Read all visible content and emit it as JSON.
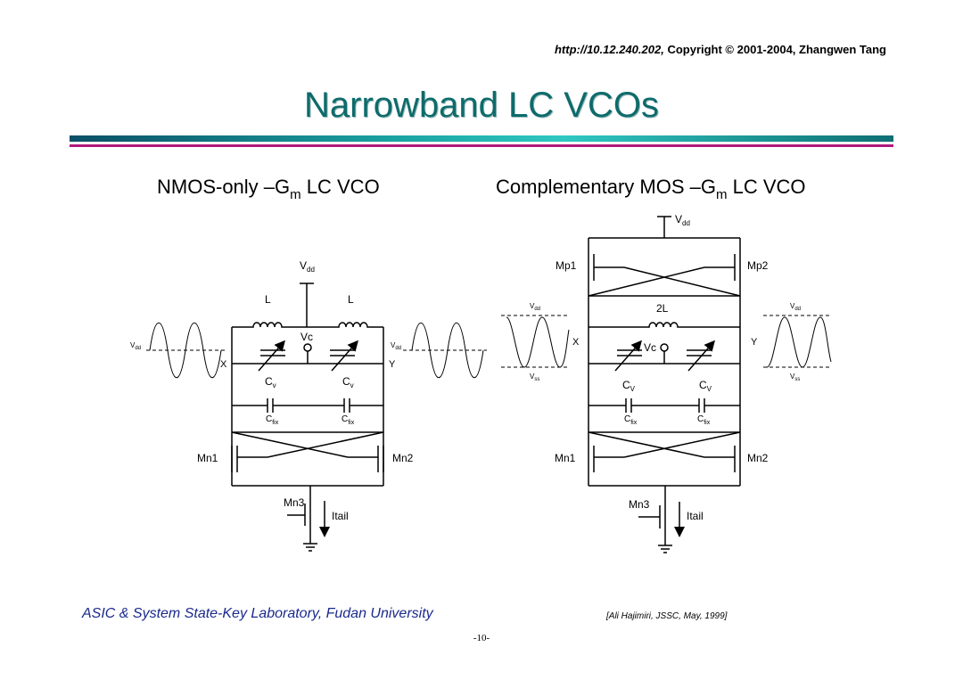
{
  "header": {
    "url": "http://10.12.240.202,",
    "copyright": " Copyright © 2001-2004,  Zhangwen Tang"
  },
  "title": "Narrowband LC VCOs",
  "left": {
    "title_main": "NMOS-only –G",
    "title_sub": "m",
    "title_tail": " LC VCO",
    "labels": {
      "vdd_top": "V",
      "vdd_top_sub": "dd",
      "l1": "L",
      "l2": "L",
      "vc": "Vc",
      "x": "X",
      "y": "Y",
      "cv1": "C",
      "cv1_sub": "v",
      "cv2": "C",
      "cv2_sub": "v",
      "cfix1": "C",
      "cfix1_sub": "fix",
      "cfix2": "C",
      "cfix2_sub": "fix",
      "mn1": "Mn1",
      "mn2": "Mn2",
      "mn3": "Mn3",
      "itail": "Itail",
      "vdd_l": "V",
      "vdd_l_sub": "dd",
      "vdd_r": "V",
      "vdd_r_sub": "dd"
    }
  },
  "right": {
    "title_main": "Complementary MOS –G",
    "title_sub": "m",
    "title_tail": " LC VCO",
    "labels": {
      "vdd_top": "V",
      "vdd_top_sub": "dd",
      "mp1": "Mp1",
      "mp2": "Mp2",
      "l": "2L",
      "vc": "Vc",
      "x": "X",
      "y": "Y",
      "cv1": "C",
      "cv1_sub": "V",
      "cv2": "C",
      "cv2_sub": "V",
      "cfix1": "C",
      "cfix1_sub": "fix",
      "cfix2": "C",
      "cfix2_sub": "fix",
      "mn1": "Mn1",
      "mn2": "Mn2",
      "mn3": "Mn3",
      "itail": "Itail",
      "vdd_l": "V",
      "vdd_l_sub": "dd",
      "vss_l": "V",
      "vss_l_sub": "ss",
      "vdd_r": "V",
      "vdd_r_sub": "dd",
      "vss_r": "V",
      "vss_r_sub": "ss"
    }
  },
  "footer": {
    "lab": "ASIC & System State-Key Laboratory, Fudan University",
    "citation": "[Ali Hajimiri, JSSC, May, 1999]",
    "page": "-10-"
  }
}
